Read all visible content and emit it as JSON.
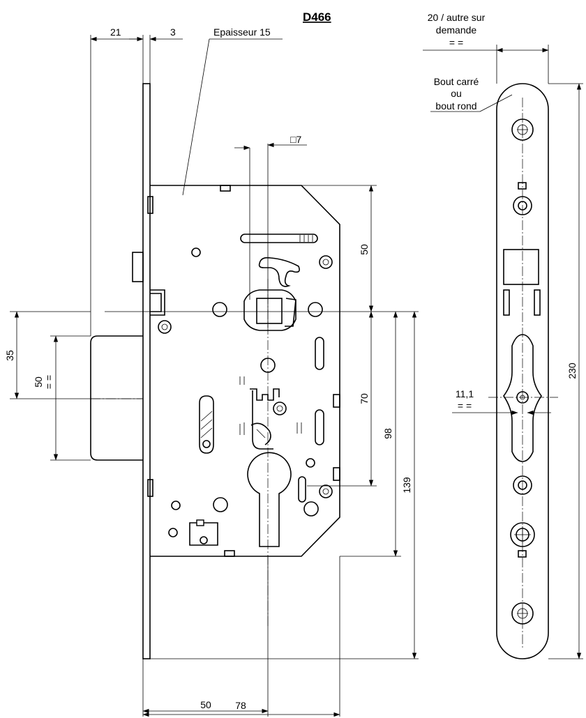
{
  "title": "D466",
  "labels": {
    "dim_21": "21",
    "dim_3": "3",
    "thickness": "Epaisseur 15",
    "square": "□7",
    "dim_50_top": "50",
    "dim_70": "70",
    "dim_98": "98",
    "dim_139": "139",
    "dim_35": "35",
    "dim_50_left": "50",
    "dim_50_left_eq": "= =",
    "dim_50_bottom": "50",
    "dim_78": "78",
    "width_note_1": "20 / autre sur",
    "width_note_2": "demande",
    "width_note_eq": "= =",
    "end_note_1": "Bout carré",
    "end_note_2": "ou",
    "end_note_3": "bout rond",
    "dim_11_1": "11,1",
    "dim_11_1_eq": "= =",
    "dim_230": "230"
  }
}
